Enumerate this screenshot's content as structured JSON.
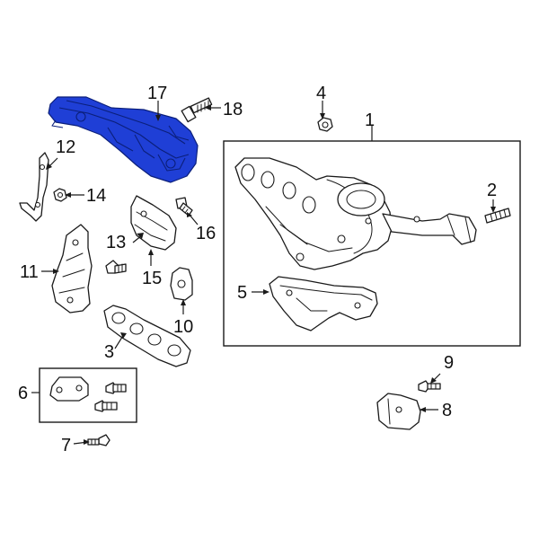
{
  "highlight_color": "#1f3fd6",
  "callouts": {
    "c1": "1",
    "c2": "2",
    "c3": "3",
    "c4": "4",
    "c5": "5",
    "c6": "6",
    "c7": "7",
    "c8": "8",
    "c9": "9",
    "c10": "10",
    "c11": "11",
    "c12": "12",
    "c13": "13",
    "c14": "14",
    "c15": "15",
    "c16": "16",
    "c17": "17",
    "c18": "18"
  }
}
